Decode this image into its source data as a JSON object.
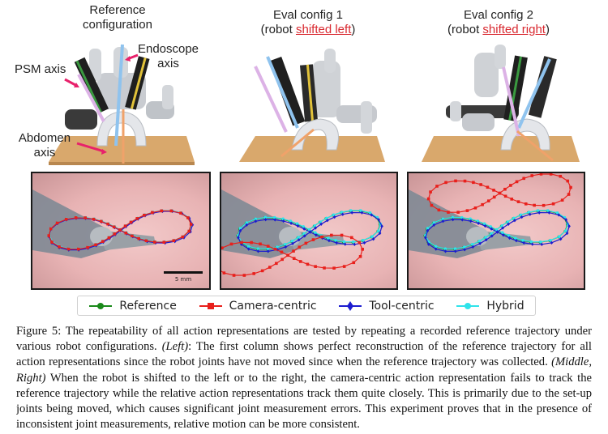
{
  "columns": [
    {
      "title_line1": "Reference",
      "title_line2": "configuration"
    },
    {
      "title_line1": "Eval config 1",
      "title_prefix": "(robot ",
      "title_highlight": "shifted left",
      "title_suffix": ")"
    },
    {
      "title_line1": "Eval config 2",
      "title_prefix": "(robot ",
      "title_highlight": "shifted right",
      "title_suffix": ")"
    }
  ],
  "annotations": {
    "psm": "PSM axis",
    "endoscope_line1": "Endoscope",
    "endoscope_line2": "axis",
    "abdomen_line1": "Abdomen",
    "abdomen_line2": "axis"
  },
  "scale_bar": "5 mm",
  "colors": {
    "reference": "#1a8a1a",
    "camera_centric": "#e8201c",
    "tool_centric": "#1c1ccf",
    "hybrid": "#2fe3ea",
    "highlight": "#d9282f",
    "annotation_arrow": "#e8216b"
  },
  "legend": [
    {
      "label": "Reference",
      "marker": "circle",
      "color_key": "reference"
    },
    {
      "label": "Camera-centric",
      "marker": "square",
      "color_key": "camera_centric"
    },
    {
      "label": "Tool-centric",
      "marker": "diamond",
      "color_key": "tool_centric"
    },
    {
      "label": "Hybrid",
      "marker": "circle",
      "color_key": "hybrid"
    }
  ],
  "caption": {
    "label": "Figure 5:",
    "part1": " The repeatability of all action representations are tested by repeating a recorded reference trajectory under various robot configurations. ",
    "left": "(Left)",
    "part2": ": The first column shows perfect reconstruction of the reference trajectory for all action representations since the robot joints have not moved since when the reference trajectory was collected. ",
    "middle_right": "(Middle, Right)",
    "part3": " When the robot is shifted to the left or to the right, the camera-centric action representation fails to track the reference trajectory while the relative action representations track them quite closely. This is primarily due to the set-up joints being moved, which causes significant joint measurement errors. This experiment proves that in the presence of inconsistent joint measurements, relative motion can be more consistent."
  },
  "trajectory_panels": [
    {
      "name": "reference",
      "camera_offset": [
        0,
        0
      ],
      "camera_scale": 1.0
    },
    {
      "name": "eval-config-1",
      "camera_offset": [
        -0.12,
        0.22
      ],
      "camera_scale": 1.05
    },
    {
      "name": "eval-config-2",
      "camera_offset": [
        0.02,
        -0.32
      ],
      "camera_scale": 1.0
    }
  ]
}
